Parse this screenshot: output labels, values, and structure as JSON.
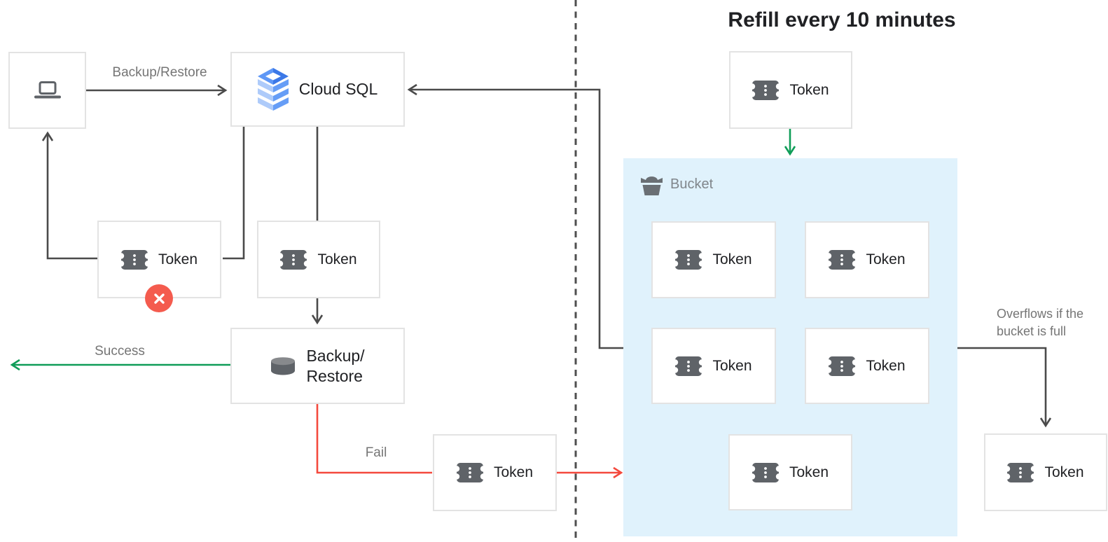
{
  "title": "Refill every 10 minutes",
  "nodes": {
    "cloud_sql": "Cloud SQL",
    "token": "Token",
    "backup_restore_line1": "Backup/",
    "backup_restore_line2": "Restore",
    "bucket": "Bucket"
  },
  "edge_labels": {
    "backup_restore": "Backup/Restore",
    "success": "Success",
    "fail": "Fail",
    "overflow_line1": "Overflows if the",
    "overflow_line2": "bucket is full"
  },
  "icons": {
    "laptop": "laptop-icon",
    "cloud_sql": "cloud-sql-database-icon",
    "token": "token-ticket-icon",
    "database": "database-cylinder-icon",
    "bucket": "bucket-basket-icon",
    "error": "error-x-icon"
  },
  "colors": {
    "success_green": "#0f9d58",
    "fail_red": "#f4493d",
    "error_badge_red": "#f45b4e",
    "connector_gray": "#4a4a4a",
    "muted_text": "#757575",
    "dark_text": "#202124",
    "bucket_fill": "#e0f2fc",
    "box_border": "#e3e3e3",
    "icon_gray": "#5f6368",
    "sql_blue_light": "#aecbfa",
    "sql_blue_mid": "#669df6",
    "sql_blue_dark": "#4285f4"
  }
}
